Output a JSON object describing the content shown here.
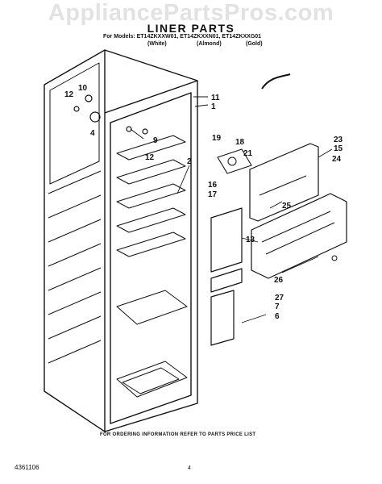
{
  "watermark": "AppliancePartsPros.com",
  "title": "LINER PARTS",
  "models_line": "For Models: ET14ZKXXW01, ET14ZKXXN01, ET14ZKXXG01",
  "variants": [
    "(White)",
    "(Almond)",
    "(Gold)"
  ],
  "callouts": [
    "10",
    "12",
    "4",
    "12",
    "9",
    "2",
    "11",
    "1",
    "19",
    "18",
    "21",
    "16",
    "17",
    "13",
    "23",
    "15",
    "24",
    "25",
    "26",
    "27",
    "7",
    "6"
  ],
  "footer": {
    "note": "FOR ORDERING INFORMATION REFER TO PARTS PRICE LIST",
    "doc_number": "4361106",
    "page": "4"
  }
}
